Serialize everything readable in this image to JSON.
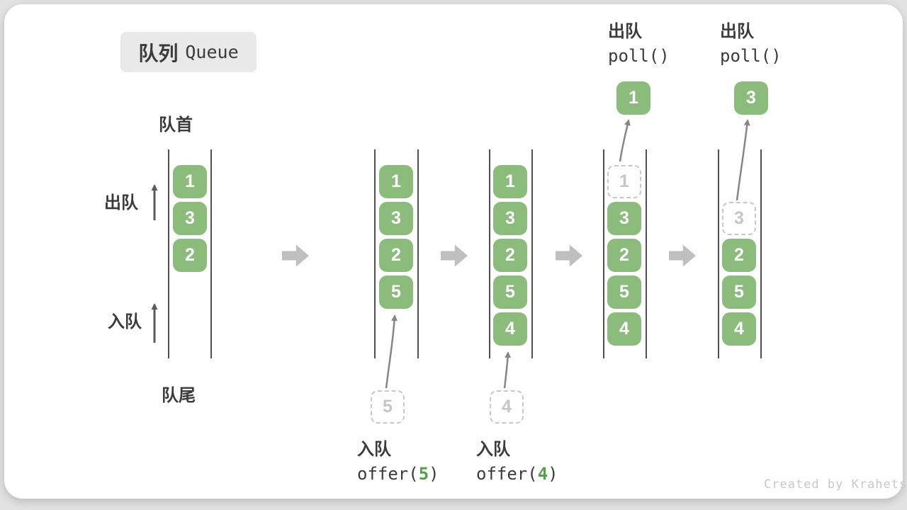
{
  "title": {
    "zh": "队列",
    "en": "Queue"
  },
  "labels": {
    "front": "队首",
    "rear": "队尾",
    "dequeue": "出队",
    "enqueue": "入队"
  },
  "colors": {
    "cell_green": "#8cbc7c",
    "code_green": "#55a04b",
    "block_arrow_gray": "#bfbfbf",
    "curve_arrow_gray": "#868686",
    "ghost_gray": "#c8c8c8",
    "text_dark": "#3b3b3b",
    "title_bg": "#e9e9e9"
  },
  "icons": {
    "next_step_arrow": "block-right-arrow ➡",
    "direction_up_arrow": "up-arrow ↑"
  },
  "queues": [
    {
      "slots": [
        {
          "value": "1"
        },
        {
          "value": "3"
        },
        {
          "value": "2"
        }
      ]
    },
    {
      "slots": [
        {
          "value": "1"
        },
        {
          "value": "3"
        },
        {
          "value": "2"
        },
        {
          "value": "5"
        }
      ],
      "staged": "5",
      "op": {
        "label": "入队",
        "fn_open": "offer(",
        "arg": "5",
        "fn_close": ")"
      }
    },
    {
      "slots": [
        {
          "value": "1"
        },
        {
          "value": "3"
        },
        {
          "value": "2"
        },
        {
          "value": "5"
        },
        {
          "value": "4"
        }
      ],
      "staged": "4",
      "op": {
        "label": "入队",
        "fn_open": "offer(",
        "arg": "4",
        "fn_close": ")"
      }
    },
    {
      "slots": [
        {
          "value": "1",
          "dashed": true
        },
        {
          "value": "3"
        },
        {
          "value": "2"
        },
        {
          "value": "5"
        },
        {
          "value": "4"
        }
      ],
      "removed": "1",
      "op": {
        "label": "出队",
        "fn": "poll()"
      }
    },
    {
      "slots": [
        {
          "value": "3",
          "dashed": true
        },
        {
          "value": "2"
        },
        {
          "value": "5"
        },
        {
          "value": "4"
        }
      ],
      "removed": "3",
      "op": {
        "label": "出队",
        "fn": "poll()"
      }
    }
  ],
  "watermark": "Created by Krahets"
}
